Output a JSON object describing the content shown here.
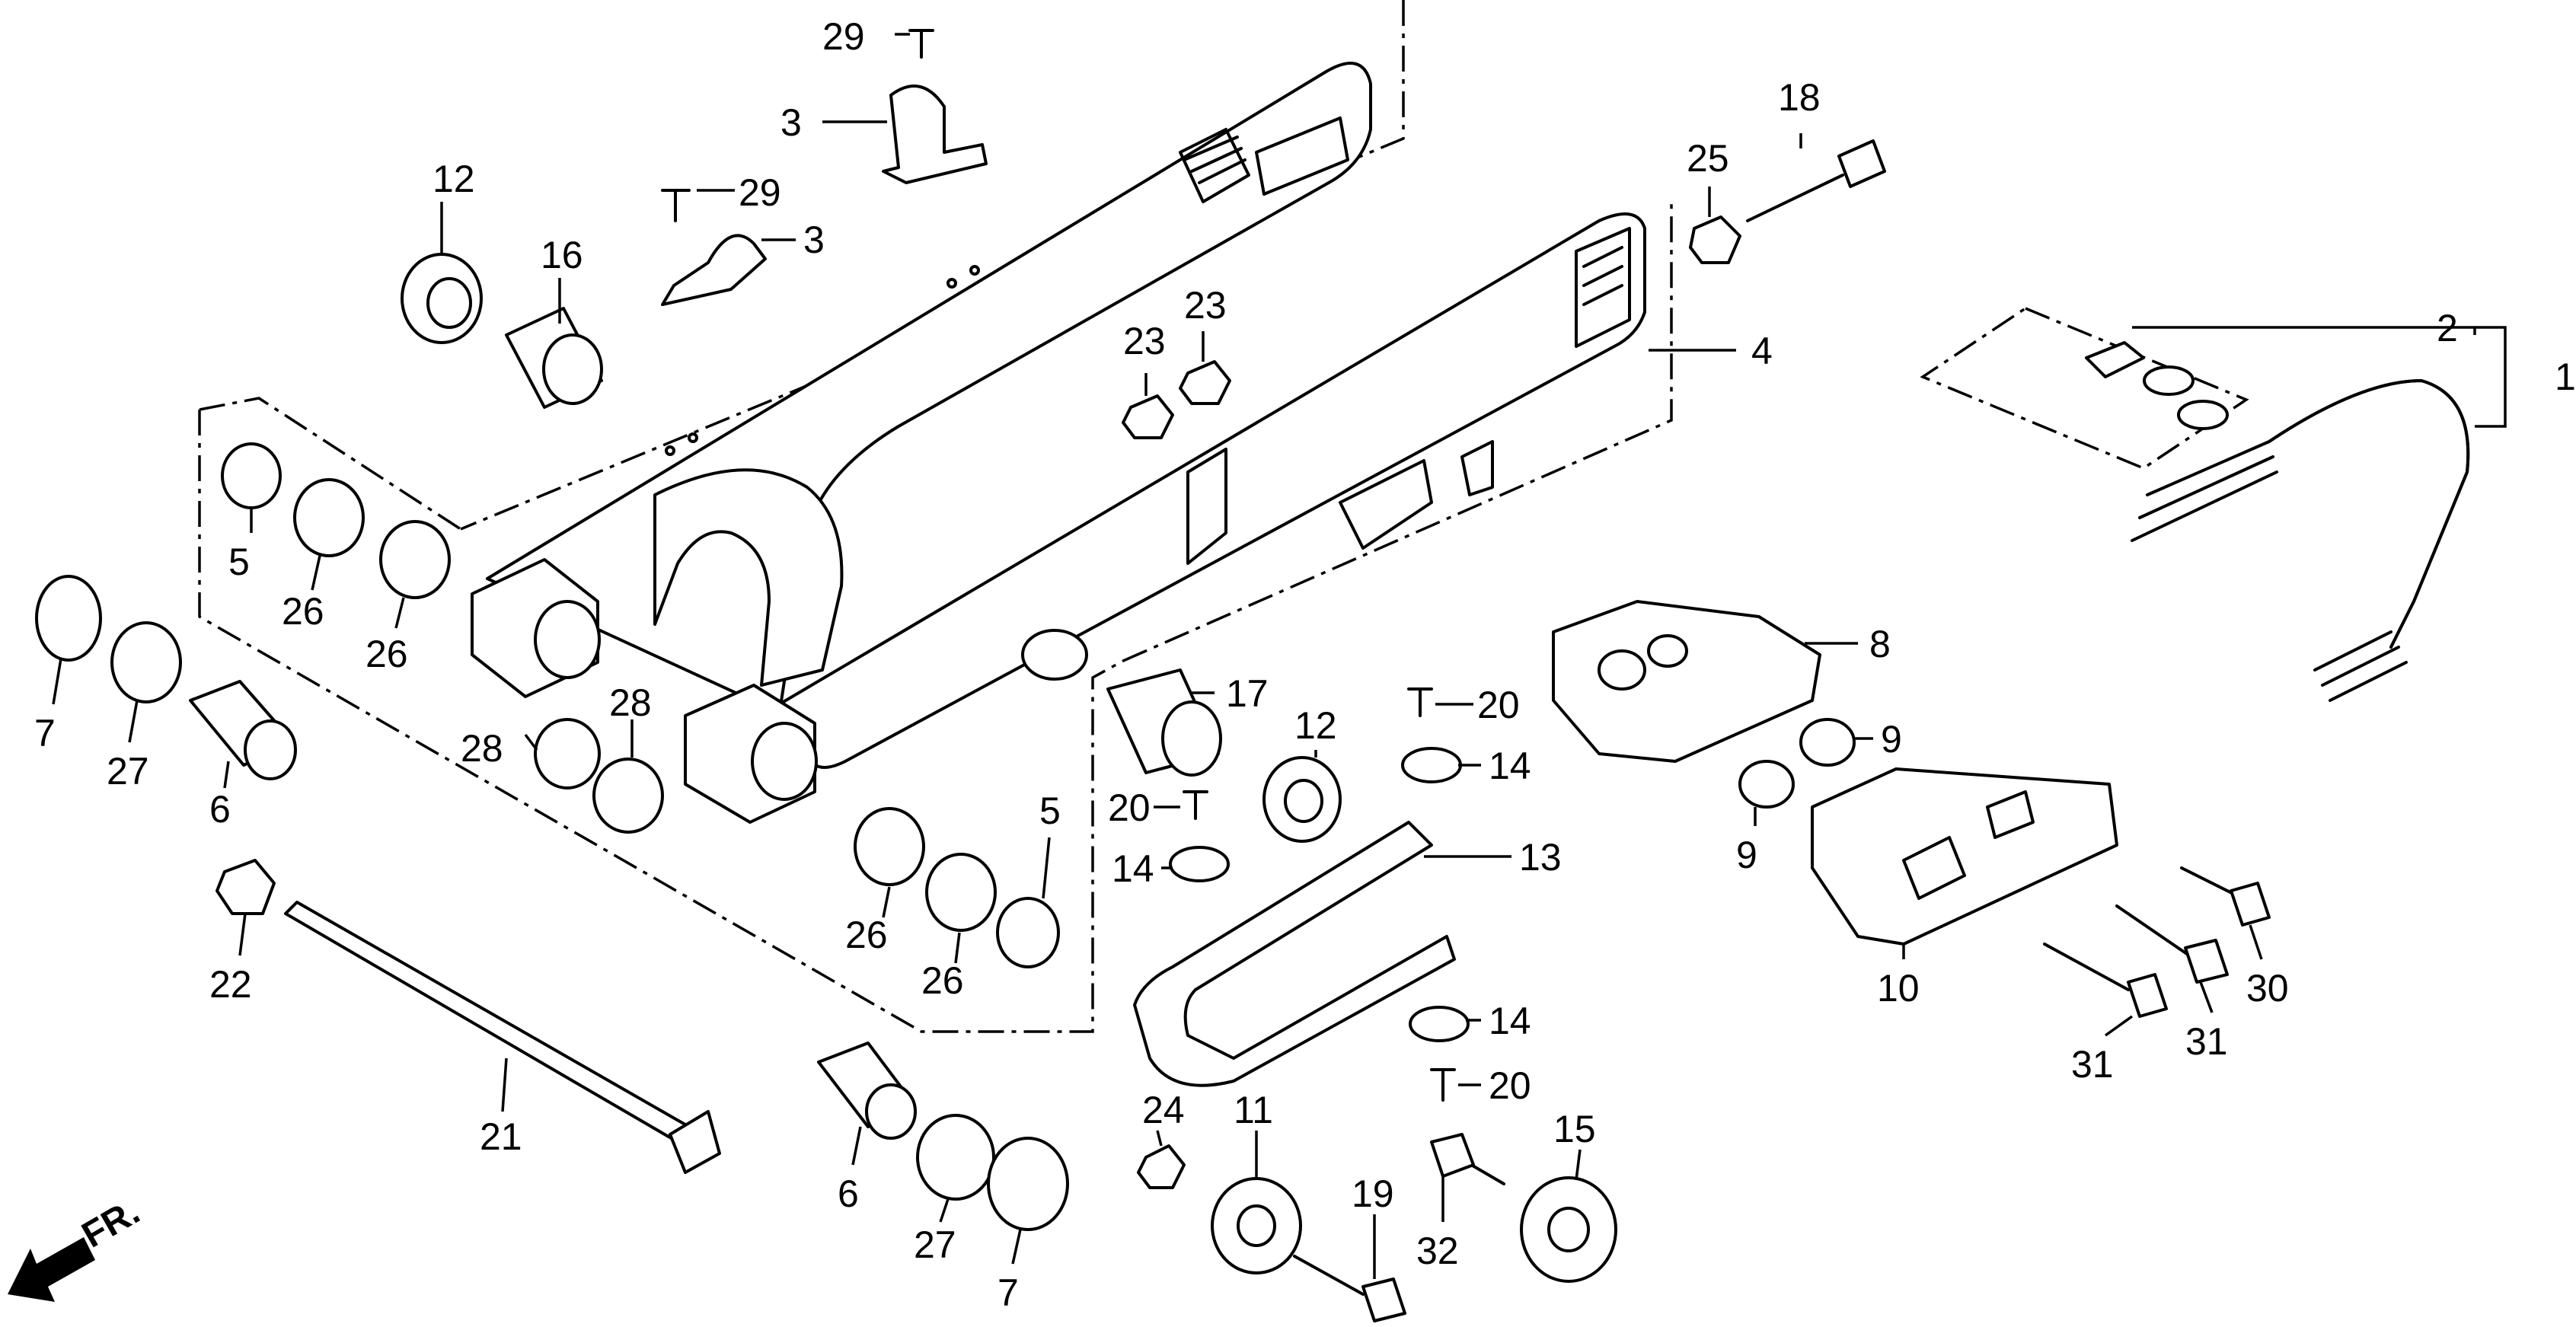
{
  "callouts": {
    "c1": "1",
    "c2": "2",
    "c3a": "3",
    "c3b": "3",
    "c4": "4",
    "c5a": "5",
    "c5b": "5",
    "c6a": "6",
    "c6b": "6",
    "c7a": "7",
    "c7b": "7",
    "c8": "8",
    "c9a": "9",
    "c9b": "9",
    "c10": "10",
    "c11": "11",
    "c12a": "12",
    "c12b": "12",
    "c13": "13",
    "c14a": "14",
    "c14b": "14",
    "c14c": "14",
    "c15": "15",
    "c16": "16",
    "c17": "17",
    "c18": "18",
    "c19": "19",
    "c20a": "20",
    "c20b": "20",
    "c20c": "20",
    "c21": "21",
    "c22": "22",
    "c23a": "23",
    "c23b": "23",
    "c24": "24",
    "c25": "25",
    "c26a": "26",
    "c26b": "26",
    "c26c": "26",
    "c26d": "26",
    "c27a": "27",
    "c27b": "27",
    "c28a": "28",
    "c28b": "28",
    "c29a": "29",
    "c29b": "29",
    "c30": "30",
    "c31a": "31",
    "c31b": "31",
    "c32": "32"
  },
  "direction_label": "FR."
}
